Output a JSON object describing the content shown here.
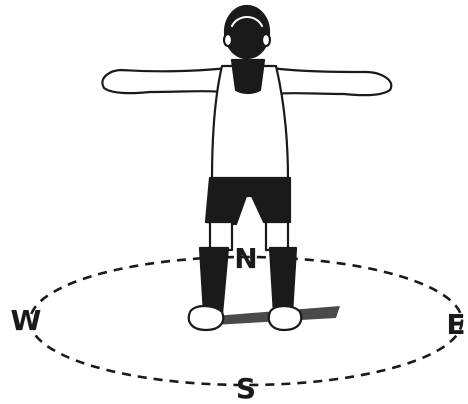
{
  "compass": {
    "north": "N",
    "south": "S",
    "east": "E",
    "west": "W"
  },
  "colors": {
    "ink": "#1a1a1a",
    "paper": "#ffffff"
  }
}
